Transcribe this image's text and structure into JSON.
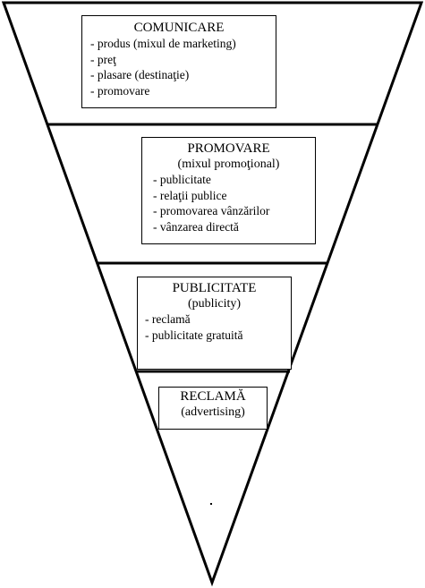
{
  "levels": [
    {
      "title": "COMUNICARE",
      "subtitle": "",
      "items": [
        "- produs  (mixul de marketing)",
        "- preţ",
        "- plasare (destinaţie)",
        "-  promovare"
      ]
    },
    {
      "title": "PROMOVARE",
      "subtitle": "(mixul promoţional)",
      "items": [
        "- publicitate",
        "- relaţii publice",
        "- promovarea vânzărilor",
        "- vânzarea directă"
      ]
    },
    {
      "title": "PUBLICITATE",
      "subtitle": "(publicity)",
      "items": [
        "- reclamă",
        "- publicitate gratuită"
      ]
    },
    {
      "title": "RECLAMĂ",
      "subtitle": "(advertising)",
      "items": []
    }
  ],
  "colors": {
    "line": "#000000",
    "background": "#ffffff"
  }
}
